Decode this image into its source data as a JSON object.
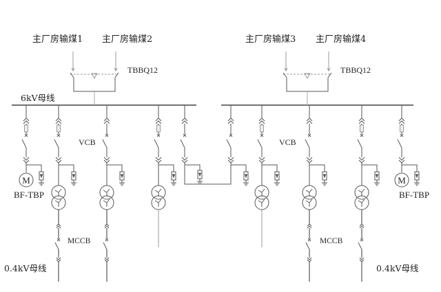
{
  "title": "6kV / 0.4kV coal handling single-line diagram",
  "labels": {
    "source1": "主厂房输煤1",
    "source2": "主厂房输煤2",
    "source3": "主厂房输煤3",
    "source4": "主厂房输煤4",
    "tbbq_left": "TBBQ12",
    "tbbq_right": "TBBQ12",
    "bus_6kv": "6kV母线",
    "vcb_left": "VCB",
    "vcb_right": "VCB",
    "motor_left": "BF-TBP",
    "motor_right": "BF-TBP",
    "mccb_left": "MCCB",
    "mccb_right": "MCCB",
    "bus_04kv_left": "0.4kV母线",
    "bus_04kv_right": "0.4kV母线",
    "motor_symbol": "M"
  },
  "sections": [
    {
      "name": "section-1",
      "feeders": [
        {
          "type": "motor",
          "fuse": true
        },
        {
          "type": "transformer-mccb",
          "fuse": true
        },
        {
          "type": "transformer-mccb",
          "fuse": false
        },
        {
          "type": "transformer",
          "fuse": true
        },
        {
          "type": "tie",
          "fuse": false
        }
      ]
    },
    {
      "name": "section-2",
      "feeders": [
        {
          "type": "tie",
          "fuse": false
        },
        {
          "type": "transformer",
          "fuse": true
        },
        {
          "type": "transformer-mccb",
          "fuse": false
        },
        {
          "type": "transformer-mccb",
          "fuse": true
        },
        {
          "type": "motor",
          "fuse": true
        }
      ]
    }
  ],
  "colors": {
    "line": "#555555",
    "light": "#999999",
    "text": "#222222"
  }
}
